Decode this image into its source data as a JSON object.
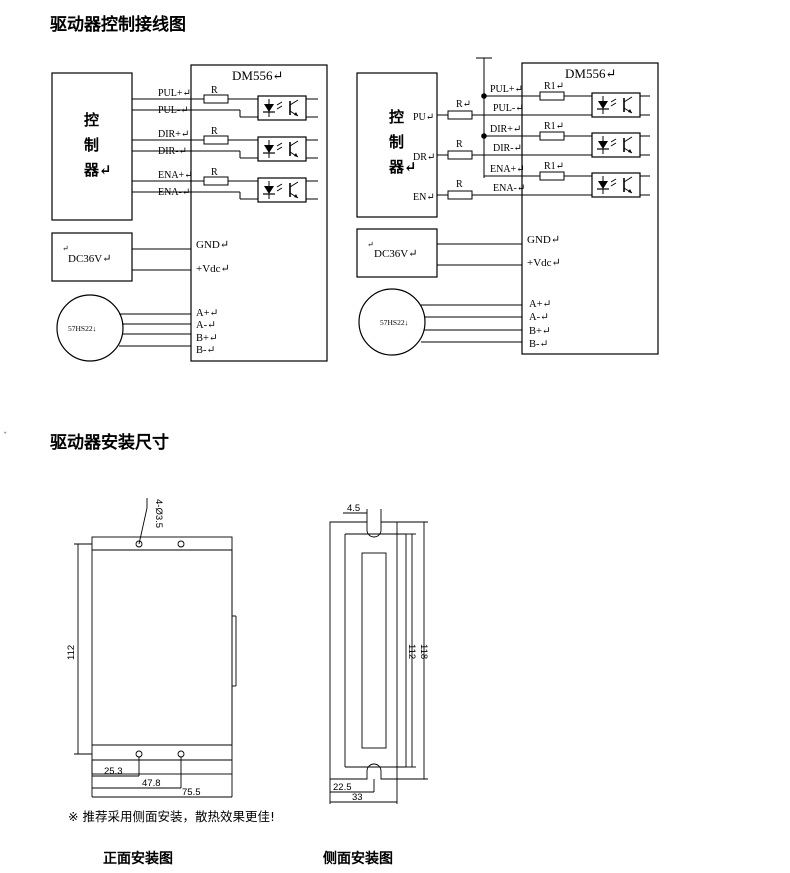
{
  "headings": {
    "wiring": "驱动器控制接线图",
    "install": "驱动器安装尺寸"
  },
  "stray_mark": "ˇ",
  "wiring_left": {
    "driver_title": "DM556↵",
    "controller": [
      "控",
      "制",
      "器↵"
    ],
    "resistor": "R",
    "signals": [
      "PUL+↵",
      "PUL-↵",
      "DIR+↵",
      "DIR-↵",
      "ENA+↵",
      "ENA-↵"
    ],
    "power_marker": "↵",
    "power_label": "DC36V↵",
    "gnd": "GND↵",
    "vdc": "+Vdc↵",
    "motor_label": "57HS22↓",
    "motor_pins": [
      "A+↵",
      "A-↵",
      "B+↵",
      "B-↵"
    ]
  },
  "wiring_right": {
    "driver_title": "DM556↵",
    "controller": [
      "控",
      "制",
      "器↵"
    ],
    "out_labels": [
      "PU↵",
      "DR↵",
      "EN↵"
    ],
    "resistor_left": [
      "R↵",
      "R",
      "R"
    ],
    "resistor_right": [
      "R1↵",
      "R1↵",
      "R1↵"
    ],
    "signals": [
      "PUL+↵",
      "PUL-↵",
      "DIR+↵",
      "DIR-↵",
      "ENA+↵",
      "ENA-↵"
    ],
    "power_marker": "↵",
    "power_label": "DC36V↵",
    "gnd": "GND↵",
    "vdc": "+Vdc↵",
    "motor_label": "57HS22↓",
    "motor_pins": [
      "A+↵",
      "A-↵",
      "B+↵",
      "B-↵"
    ]
  },
  "front_view": {
    "hole_spec": "4-Ø3.5",
    "height": "112",
    "dim_a": "25.3",
    "dim_b": "47.8",
    "dim_c": "75.5",
    "caption": "正面安装图"
  },
  "side_view": {
    "top_dim": "4.5",
    "inner_height": "112",
    "outer_height": "118",
    "dim_a": "22.5",
    "dim_b": "33",
    "caption": "侧面安装图"
  },
  "note": "※  推荐采用侧面安装，散热效果更佳!"
}
